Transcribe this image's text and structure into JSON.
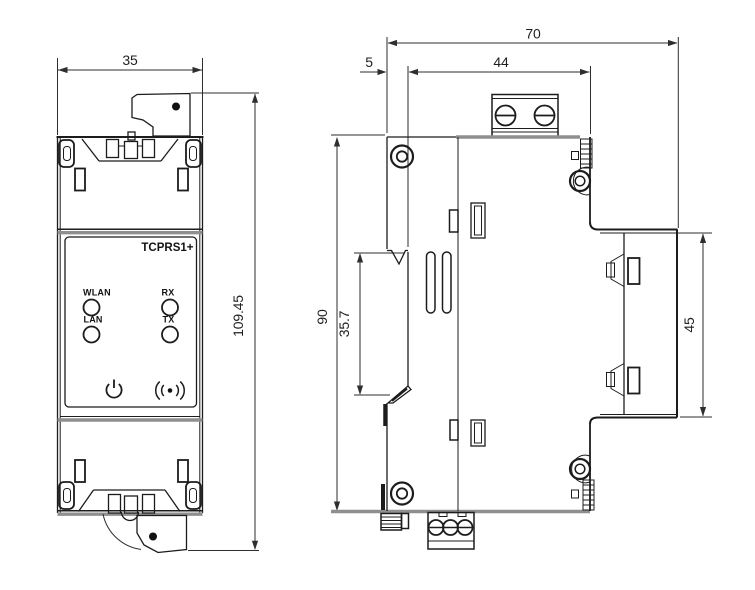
{
  "colors": {
    "line": "#1c1c1c",
    "thick_line": "#8f8f8f",
    "dim_line": "#2e2e2e",
    "background": "#ffffff",
    "connector_dot": "#111111"
  },
  "front_view": {
    "product_label": "TCPRS1+",
    "led_wlan": "WLAN",
    "led_rx": "RX",
    "led_lan": "LAN",
    "led_tx": "TX",
    "dim_width": "35",
    "dim_height": "109.45",
    "icons": {
      "power": "power-icon",
      "signal": "wireless-signal-icon"
    }
  },
  "side_view": {
    "dim_total_depth": "70",
    "dim_rail_offset": "5",
    "dim_body_depth": "44",
    "dim_height": "90",
    "dim_rail_slot": "35.7",
    "dim_front_height": "45"
  }
}
